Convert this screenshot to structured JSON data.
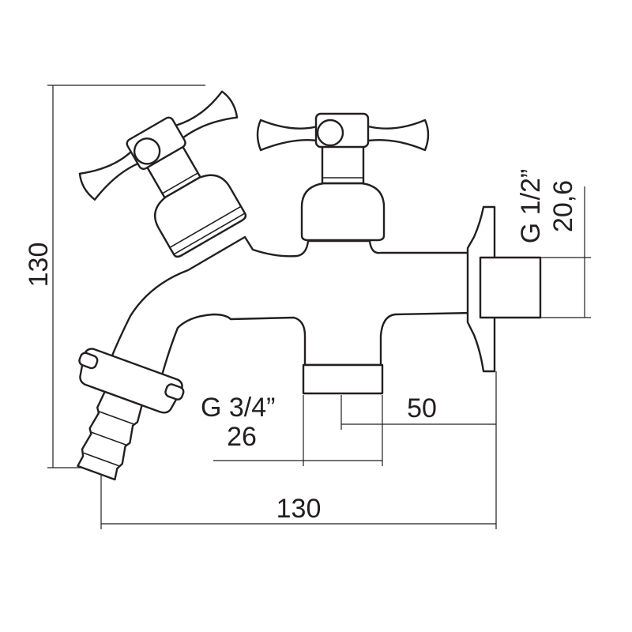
{
  "dimensions": {
    "overall_height": "130",
    "overall_width": "130",
    "wall_offset": "50",
    "outlet_thread": "G 3/4”",
    "outlet_size": "26",
    "inlet_thread": "G 1/2”",
    "inlet_size": "20,6"
  },
  "colors": {
    "line": "#231f20",
    "background": "#ffffff"
  }
}
